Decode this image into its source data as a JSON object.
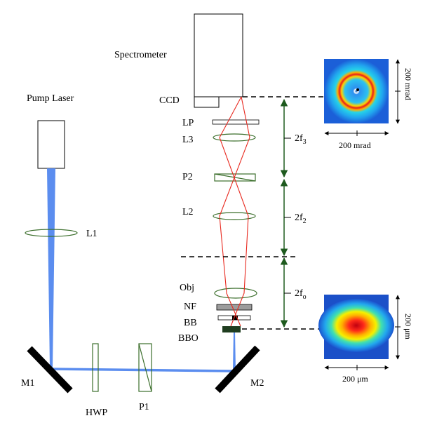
{
  "labels": {
    "spectrometer": "Spectrometer",
    "pump_laser": "Pump Laser",
    "ccd": "CCD",
    "lp": "LP",
    "l3": "L3",
    "p2": "P2",
    "l2": "L2",
    "l1": "L1",
    "obj": "Obj",
    "nf": "NF",
    "bb": "BB",
    "bbo": "BBO",
    "m1": "M1",
    "m2": "M2",
    "hwp": "HWP",
    "p1": "P1"
  },
  "distances": {
    "f3": {
      "base": "2f",
      "sub": "3"
    },
    "f2": {
      "base": "2f",
      "sub": "2"
    },
    "fo": {
      "base": "2f",
      "sub": "o"
    }
  },
  "insets": {
    "far_field": {
      "horizontal": "200 mrad",
      "vertical": "200 mrad"
    },
    "near_field": {
      "horizontal": "200 μm",
      "vertical": "200 μm"
    }
  },
  "colors": {
    "pump_beam": "#5b8def",
    "signal_rays": "#e8281e",
    "optics_outline": "#3b6e2b",
    "dimension_arrows": "#1e5a1e"
  }
}
